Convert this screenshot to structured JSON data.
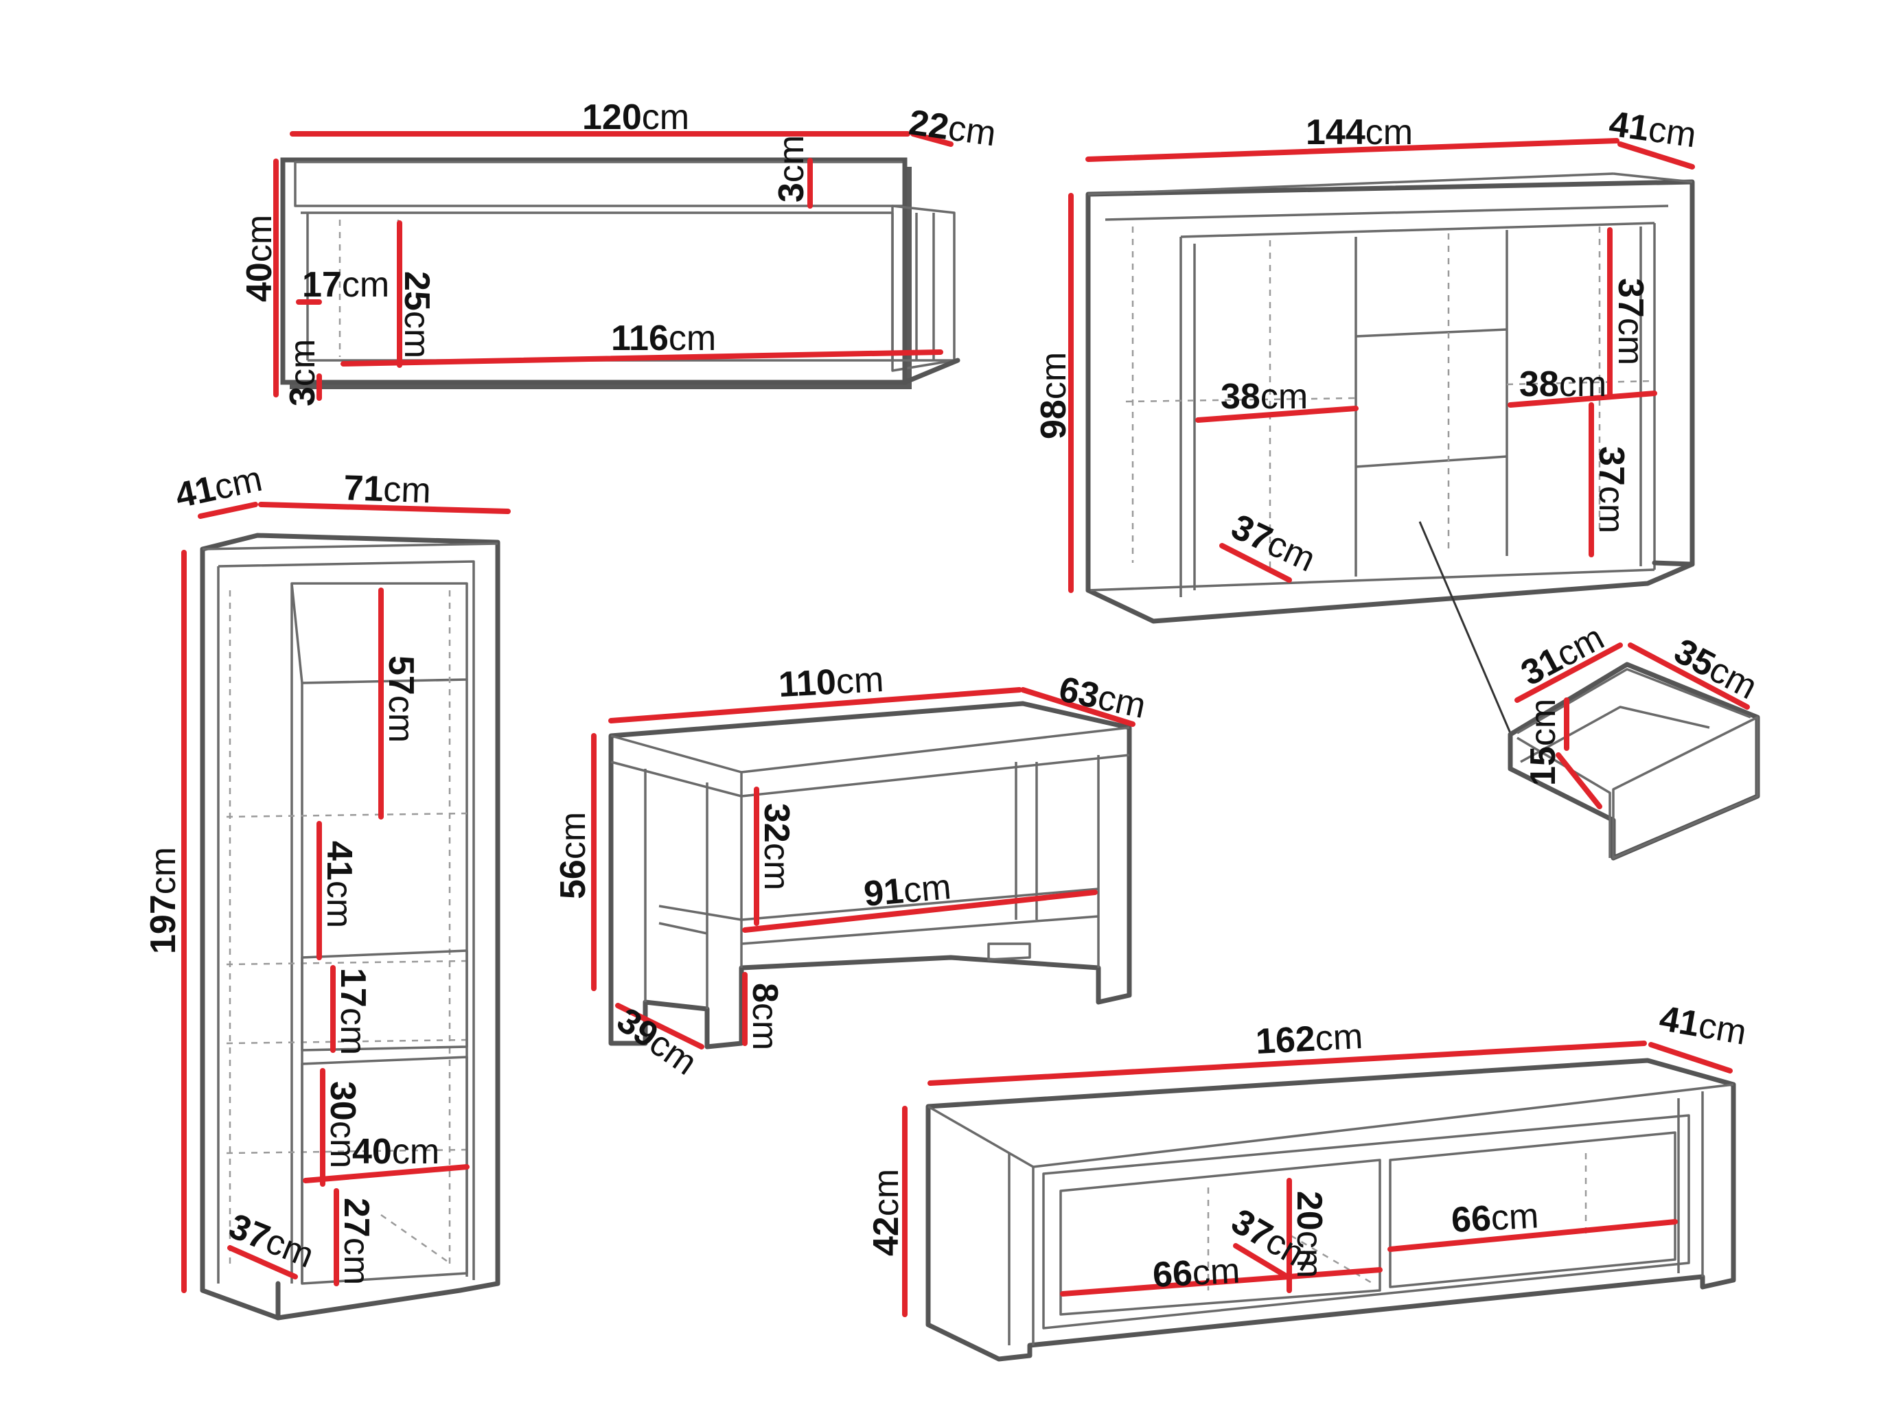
{
  "unit": "cm",
  "pieces": [
    {
      "id": "wall-shelf",
      "dimensions": {
        "width": "120",
        "depth": "22",
        "height": "40",
        "top": "3",
        "inner_width": "116",
        "inner_height": "25",
        "side": "17",
        "bottom": "3"
      }
    },
    {
      "id": "sideboard",
      "dimensions": {
        "width": "144",
        "depth": "41",
        "height": "98",
        "left_width": "38",
        "right_width": "38",
        "upper_height": "37",
        "lower_height": "37",
        "inner_depth": "37"
      }
    },
    {
      "id": "drawer",
      "dimensions": {
        "width": "31",
        "depth": "35",
        "height": "15"
      }
    },
    {
      "id": "vitrine",
      "dimensions": {
        "depth": "41",
        "width": "71",
        "height": "197",
        "top_compartment": "57",
        "middle_compartment": "41",
        "drawer": "17",
        "lower_upper": "30",
        "inner_width": "40",
        "lower_lower": "27",
        "inner_depth": "37"
      }
    },
    {
      "id": "coffee-table",
      "dimensions": {
        "width": "110",
        "depth": "63",
        "height": "56",
        "shelf_height": "32",
        "shelf_width": "91",
        "leg_depth": "39",
        "clearance": "8"
      }
    },
    {
      "id": "tv-stand",
      "dimensions": {
        "width": "162",
        "depth": "41",
        "height": "42",
        "left_width": "66",
        "right_width": "66",
        "inner_height": "20",
        "inner_depth": "37"
      }
    }
  ]
}
